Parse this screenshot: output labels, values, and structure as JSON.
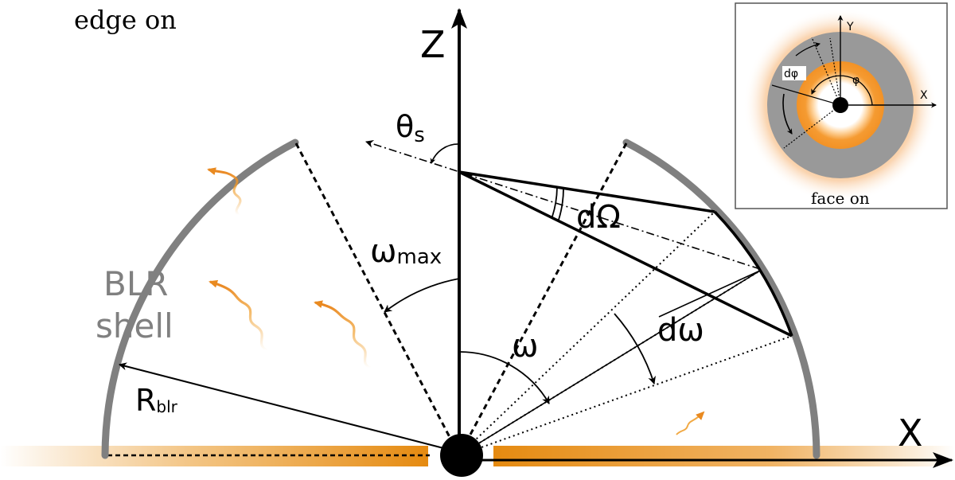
{
  "labels": {
    "view_title": "edge on",
    "axis_z": "Z",
    "axis_x": "X",
    "theta_s": {
      "main": "θ",
      "sub": "s"
    },
    "omega_max": {
      "main": "ω",
      "sub": "max"
    },
    "omega": "ω",
    "d_omega": "dω",
    "d_Omega": "dΩ",
    "blr_line1": "BLR",
    "blr_line2": "shell",
    "r_blr": {
      "main": "R",
      "sub": "blr"
    }
  },
  "inset": {
    "caption": "face on",
    "axis_y": "Y",
    "axis_x": "X",
    "phi": "φ",
    "d_phi": "dφ"
  },
  "colors": {
    "shell": "#808080",
    "emission": "#f0a030",
    "disk": "#e58a10",
    "black": "#000000"
  }
}
